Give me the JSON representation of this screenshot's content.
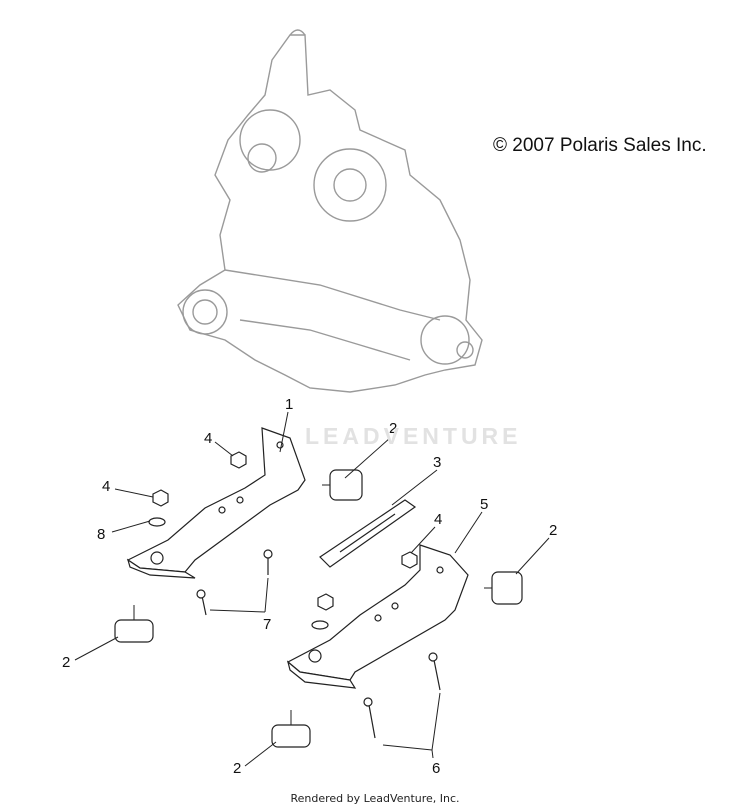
{
  "copyright": "© 2007 Polaris Sales Inc.",
  "watermark": "LEADVENTURE",
  "footer": "Rendered by LeadVenture, Inc.",
  "callouts": [
    "1",
    "2",
    "3",
    "4",
    "5",
    "6",
    "7",
    "8"
  ],
  "colors": {
    "line": "#222222",
    "engine": "#9a9a9a",
    "watermark": "#e2e2e2"
  }
}
